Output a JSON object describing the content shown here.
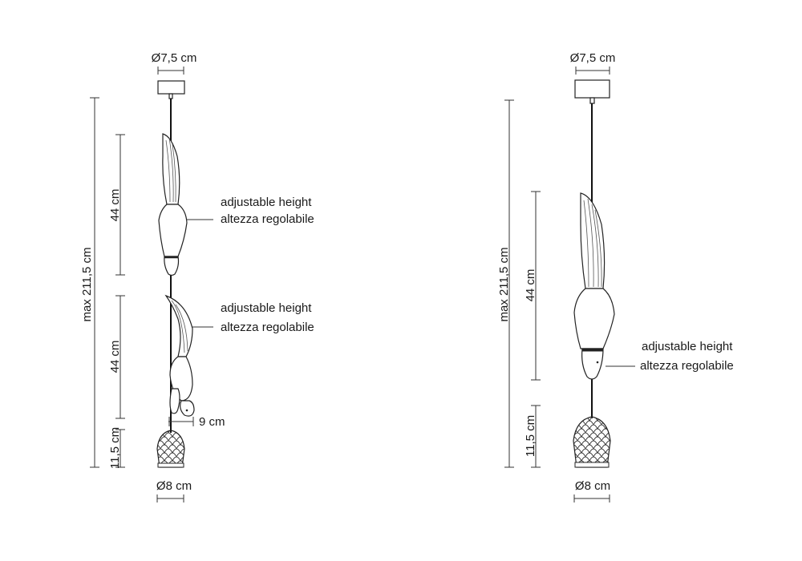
{
  "left_drawing": {
    "canopy_diameter": "Ø7,5 cm",
    "max_height": "max 211,5 cm",
    "upper_squirrel_height": "44 cm",
    "lower_squirrel_height": "44 cm",
    "shade_height": "11,5 cm",
    "squirrel_depth": "9 cm",
    "shade_diameter": "Ø8 cm",
    "note_upper": {
      "en": "adjustable height",
      "it": "altezza regolabile"
    },
    "note_lower": {
      "en": "adjustable height",
      "it": "altezza regolabile"
    }
  },
  "right_drawing": {
    "canopy_diameter": "Ø7,5 cm",
    "max_height": "max 211,5 cm",
    "squirrel_height": "44 cm",
    "shade_height": "11,5 cm",
    "shade_diameter": "Ø8 cm",
    "note": {
      "en": "adjustable height",
      "it": "altezza regolabile"
    }
  }
}
